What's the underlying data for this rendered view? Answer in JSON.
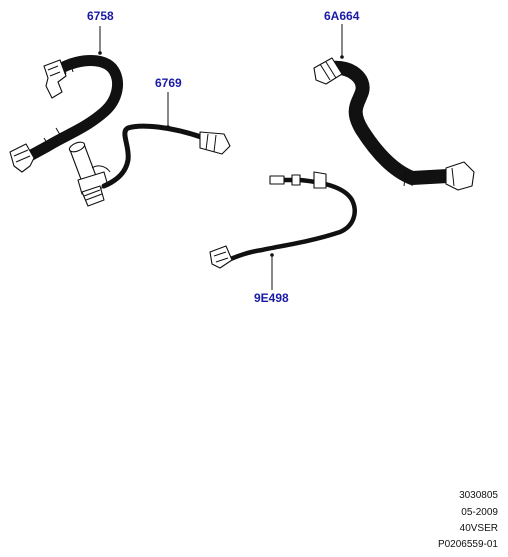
{
  "diagram": {
    "callouts": [
      {
        "id": "part-6758",
        "label": "6758"
      },
      {
        "id": "part-6769",
        "label": "6769"
      },
      {
        "id": "part-6a664",
        "label": "6A664"
      },
      {
        "id": "part-9e498",
        "label": "9E498"
      }
    ],
    "colors": {
      "callout_text": "#1a1aa6",
      "line": "#111111"
    }
  },
  "footer": {
    "line1": "3030805",
    "line2": "05-2009",
    "line3": "40VSER",
    "line4": "P0206559-01"
  }
}
